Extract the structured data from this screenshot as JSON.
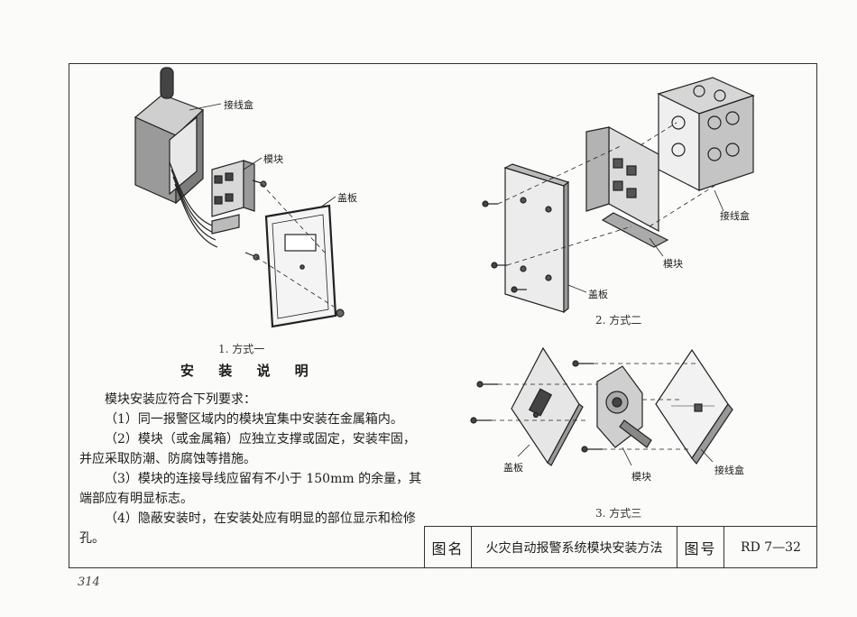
{
  "method1": {
    "caption": "1. 方式一",
    "labels": {
      "junction_box": "接线盒",
      "module": "模块",
      "cover": "盖板"
    }
  },
  "method2": {
    "caption": "2. 方式二",
    "labels": {
      "junction_box": "接线盒",
      "module": "模块",
      "cover": "盖板"
    }
  },
  "method3": {
    "caption": "3. 方式三",
    "labels": {
      "junction_box": "接线盒",
      "module": "模块",
      "cover": "盖板"
    }
  },
  "instructions": {
    "title": "安 装 说 明",
    "intro": "模块安装应符合下列要求：",
    "items": [
      "（1）同一报警区域内的模块宜集中安装在金属箱内。",
      "（2）模块（或金属箱）应独立支撑或固定，安装牢固，并应采取防潮、防腐蚀等措施。",
      "（3）模块的连接导线应留有不小于 150mm 的余量，其端部应有明显标志。",
      "（4）隐蔽安装时，在安装处应有明显的部位显示和检修孔。"
    ]
  },
  "title_block": {
    "name_label": "图名",
    "name": "火灾自动报警系统模块安装方法",
    "number_label": "图号",
    "number": "RD 7—32"
  },
  "page_number": "314"
}
